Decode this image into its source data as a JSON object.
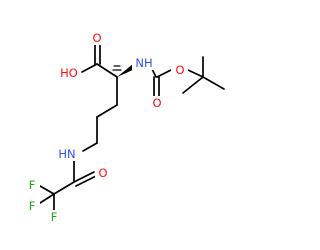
{
  "molecule": {
    "colors": {
      "oxygen": "#ff0d0d",
      "nitrogen": "#3050f8",
      "fluorine": "#1ba81b",
      "carbon_bond": "#000000"
    },
    "labels": {
      "carboxyl_oxygen": "O",
      "hydroxyl": "HO",
      "alpha_nh": "NH",
      "boc_carbonyl_oxygen": "O",
      "boc_ester_oxygen": "O",
      "amide_nh": "HN",
      "amide_oxygen": "O",
      "fluorine_1": "F",
      "fluorine_2": "F",
      "fluorine_3": "F"
    }
  }
}
